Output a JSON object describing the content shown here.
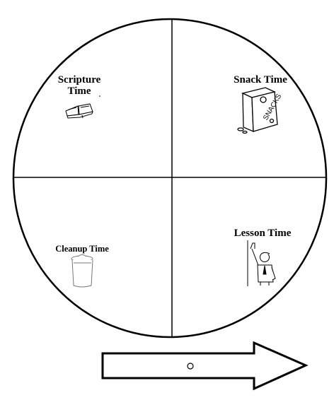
{
  "wheel": {
    "sections": [
      {
        "id": "scripture",
        "label_lines": [
          "Scripture",
          "Time"
        ],
        "icon": "open-book-icon"
      },
      {
        "id": "snack",
        "label_lines": [
          "Snack Time"
        ],
        "icon": "snack-box-icon",
        "icon_text": "SNACKS"
      },
      {
        "id": "cleanup",
        "label_lines": [
          "Cleanup Time"
        ],
        "icon": "trash-can-icon"
      },
      {
        "id": "lesson",
        "label_lines": [
          "Lesson Time"
        ],
        "icon": "teacher-icon"
      }
    ]
  },
  "pointer": {
    "icon": "right-arrow-icon",
    "pivot_icon": "pivot-circle-icon"
  }
}
